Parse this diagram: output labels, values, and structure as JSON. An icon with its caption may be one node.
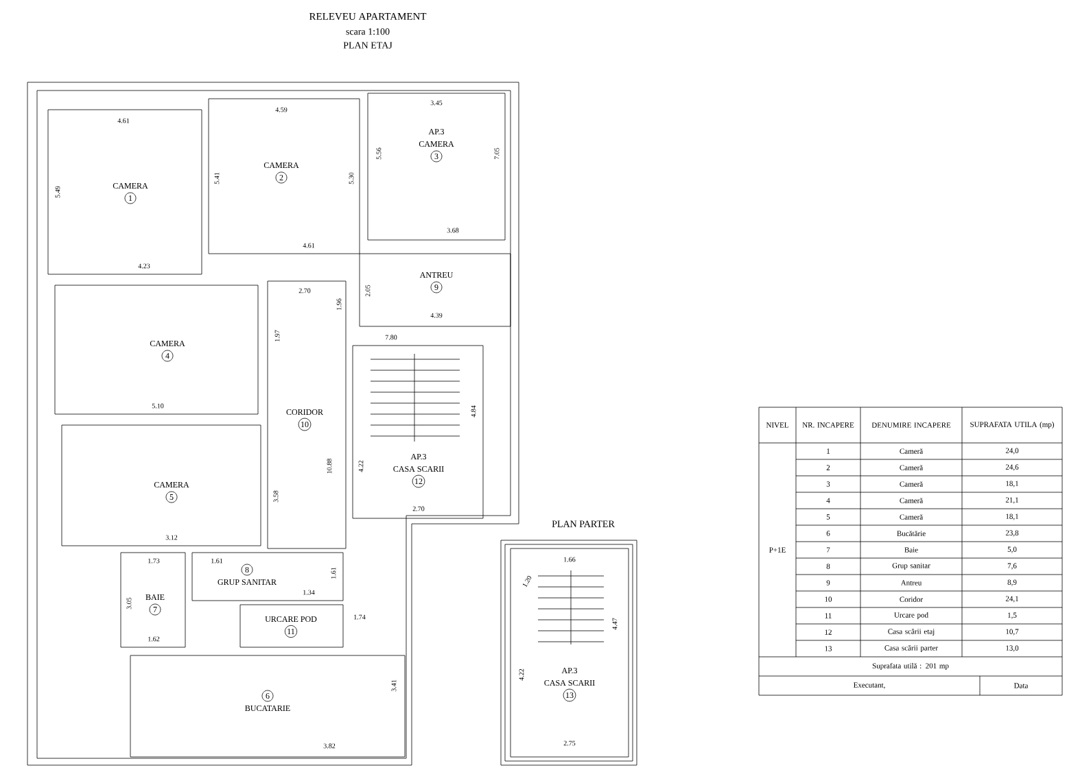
{
  "diagram": {
    "title": "RELEVEU APARTAMENT",
    "nodes": [
      {
        "text": [
          "CAMERA",
          "1"
        ]
      },
      {
        "text": [
          "CAMERA",
          "2"
        ]
      },
      {
        "text": [
          "AP.3",
          "CAMERA",
          "3"
        ]
      },
      {
        "text": [
          "ANTREU",
          "9"
        ]
      },
      {
        "text": [
          "CAMERA",
          "4"
        ]
      },
      {
        "text": [
          "CORIDOR",
          "10"
        ]
      },
      {
        "text": [
          "AP.3",
          "CASA SCARII",
          "12"
        ]
      },
      {
        "text": [
          "CAMERA",
          "5"
        ]
      },
      {
        "text": [
          "BAIE",
          "7"
        ]
      },
      {
        "text": [
          "8",
          "GRUP SANITAR"
        ]
      },
      {
        "text": [
          "URCARE POD",
          "11"
        ]
      },
      {
        "text": [
          "6",
          "BUCATARIE"
        ]
      },
      {
        "text": [
          "AP.3",
          "CASA SCARII",
          "13"
        ]
      }
    ],
    "labels": [
      "scara 1:100",
      "PLAN ETAJ",
      "4.61",
      "5.49",
      "5.41",
      "4.59",
      "5.30",
      "3.45",
      "5.56",
      "7.05",
      "3.68",
      "4.23",
      "4.61",
      "2.70",
      "1.96",
      "2.05",
      "4.39",
      "7.80",
      "1.97",
      "5.10",
      "10.88",
      "4.22",
      "4.84",
      "2.70",
      "3.58",
      "3.12",
      "1.73",
      "1.61",
      "1.61",
      "1.34",
      "3.05",
      "1.62",
      "1.74",
      "3.41",
      "3.82",
      "PLAN PARTER",
      "1.66",
      "1.20",
      "4.47",
      "4.22",
      "2.75",
      "NIVEL",
      "NR. INCAPERE",
      "DENUMIRE INCAPERE",
      "SUPRAFATA UTILA (mp)",
      "P+1E",
      "1",
      "Cameră",
      "24,0",
      "2",
      "Cameră",
      "24,6",
      "3",
      "Cameră",
      "18,1",
      "4",
      "Cameră",
      "21,1",
      "5",
      "Cameră",
      "18,1",
      "6",
      "Bucătărie",
      "23,8",
      "7",
      "Baie",
      "5,0",
      "8",
      "Grup sanitar",
      "7,6",
      "9",
      "Antreu",
      "8,9",
      "10",
      "Coridor",
      "24,1",
      "11",
      "Urcare pod",
      "1,5",
      "12",
      "Casa scării etaj",
      "10,7",
      "13",
      "Casa scării parter",
      "13,0",
      "Suprafata utilă : 201 mp",
      "Executant,",
      "Data"
    ]
  }
}
